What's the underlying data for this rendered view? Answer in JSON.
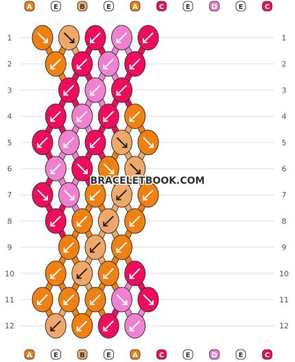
{
  "watermark": "BRACELETBOOK.COM",
  "colors": {
    "A": "#f08010",
    "B": "#f0a868",
    "C": "#f00c5c",
    "D": "#f080d0",
    "E": "#ffffff"
  },
  "strings_top": [
    "A",
    "E",
    "B",
    "E",
    "A",
    "C",
    "E",
    "D",
    "E",
    "C"
  ],
  "strings_bottom": [
    "A",
    "E",
    "B",
    "E",
    "A",
    "C",
    "E",
    "D",
    "E",
    "C"
  ],
  "rows": [
    {
      "label": "1",
      "knots": [
        {
          "color": "A",
          "dir": "se"
        },
        {
          "color": "B",
          "dir": "se"
        },
        {
          "color": "C",
          "dir": "sw"
        },
        {
          "color": "D",
          "dir": "sw"
        },
        {
          "color": "C",
          "dir": "sw"
        }
      ]
    },
    {
      "label": "2",
      "knots": [
        {
          "color": "A",
          "dir": "sw"
        },
        {
          "color": "C",
          "dir": "sw"
        },
        {
          "color": "D",
          "dir": "sw"
        },
        {
          "color": "C",
          "dir": "sw"
        }
      ]
    },
    {
      "label": "3",
      "knots": [
        {
          "color": "C",
          "dir": "sw"
        },
        {
          "color": "D",
          "dir": "sw"
        },
        {
          "color": "C",
          "dir": "sw"
        }
      ]
    },
    {
      "label": "4",
      "knots": [
        {
          "color": "C",
          "dir": "sw"
        },
        {
          "color": "D",
          "dir": "sw"
        },
        {
          "color": "C",
          "dir": "sw"
        },
        {
          "color": "A",
          "dir": "sw"
        }
      ]
    },
    {
      "label": "5",
      "knots": [
        {
          "color": "C",
          "dir": "sw"
        },
        {
          "color": "D",
          "dir": "sw"
        },
        {
          "color": "C",
          "dir": "sw"
        },
        {
          "color": "B",
          "dir": "se"
        },
        {
          "color": "A",
          "dir": "se"
        }
      ]
    },
    {
      "label": "6",
      "knots": [
        {
          "color": "D",
          "dir": "sw"
        },
        {
          "color": "C",
          "dir": "se"
        },
        {
          "color": "A",
          "dir": "se"
        },
        {
          "color": "B",
          "dir": "se"
        }
      ]
    },
    {
      "label": "7",
      "knots": [
        {
          "color": "C",
          "dir": "se"
        },
        {
          "color": "D",
          "dir": "se"
        },
        {
          "color": "A",
          "dir": "sw"
        },
        {
          "color": "B",
          "dir": "sw"
        },
        {
          "color": "A",
          "dir": "sw"
        }
      ]
    },
    {
      "label": "8",
      "knots": [
        {
          "color": "C",
          "dir": "sw"
        },
        {
          "color": "A",
          "dir": "sw"
        },
        {
          "color": "B",
          "dir": "sw"
        },
        {
          "color": "A",
          "dir": "sw"
        }
      ]
    },
    {
      "label": "9",
      "knots": [
        {
          "color": "A",
          "dir": "sw"
        },
        {
          "color": "B",
          "dir": "sw"
        },
        {
          "color": "A",
          "dir": "sw"
        }
      ]
    },
    {
      "label": "10",
      "knots": [
        {
          "color": "A",
          "dir": "sw"
        },
        {
          "color": "B",
          "dir": "sw"
        },
        {
          "color": "A",
          "dir": "sw"
        },
        {
          "color": "C",
          "dir": "sw"
        }
      ]
    },
    {
      "label": "11",
      "knots": [
        {
          "color": "A",
          "dir": "sw"
        },
        {
          "color": "A",
          "dir": "sw"
        },
        {
          "color": "A",
          "dir": "sw"
        },
        {
          "color": "D",
          "dir": "se"
        },
        {
          "color": "C",
          "dir": "se"
        }
      ]
    },
    {
      "label": "12",
      "knots": [
        {
          "color": "B",
          "dir": "sw"
        },
        {
          "color": "A",
          "dir": "sw"
        },
        {
          "color": "C",
          "dir": "sw"
        },
        {
          "color": "D",
          "dir": "sw"
        }
      ]
    }
  ]
}
